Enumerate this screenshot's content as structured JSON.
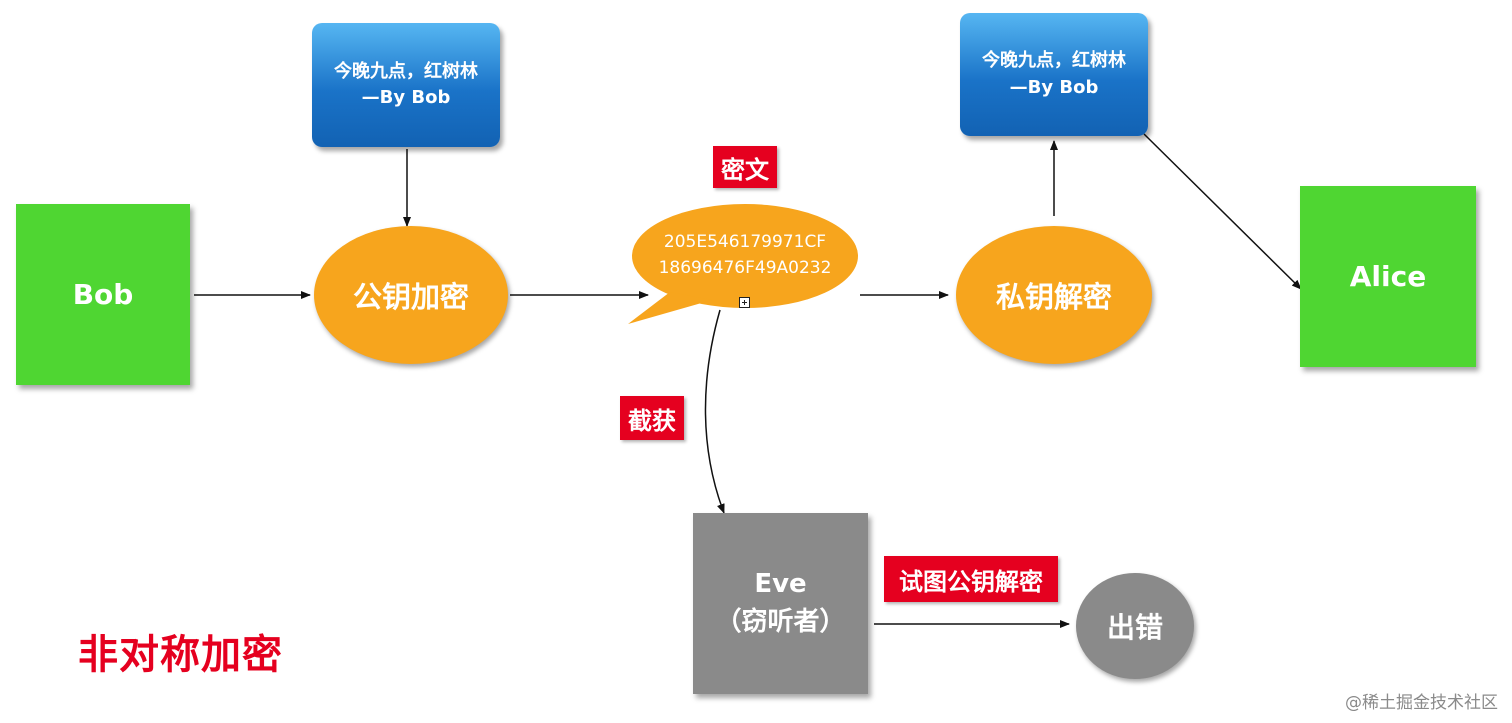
{
  "nodes": {
    "bob": "Bob",
    "alice": "Alice",
    "plaintext_left": {
      "line1": "今晚九点，红树林",
      "line2": "—By Bob"
    },
    "plaintext_right": {
      "line1": "今晚九点，红树林",
      "line2": "—By Bob"
    },
    "public_key_encrypt": "公钥加密",
    "private_key_decrypt": "私钥解密",
    "ciphertext": {
      "line1": "205E546179971CF",
      "line2": "18696476F49A0232"
    },
    "eve": {
      "line1": "Eve",
      "line2": "（窃听者）"
    },
    "error": "出错"
  },
  "labels": {
    "ciphertext_tag": "密文",
    "intercept_tag": "截获",
    "attempt_tag": "试图公钥解密"
  },
  "title": "非对称加密",
  "watermark": "@稀土掘金技术社区",
  "colors": {
    "green": "#4fd632",
    "orange": "#f7a51d",
    "blue": "#1a73c8",
    "grey": "#8a8a8a",
    "red": "#e5001f"
  }
}
